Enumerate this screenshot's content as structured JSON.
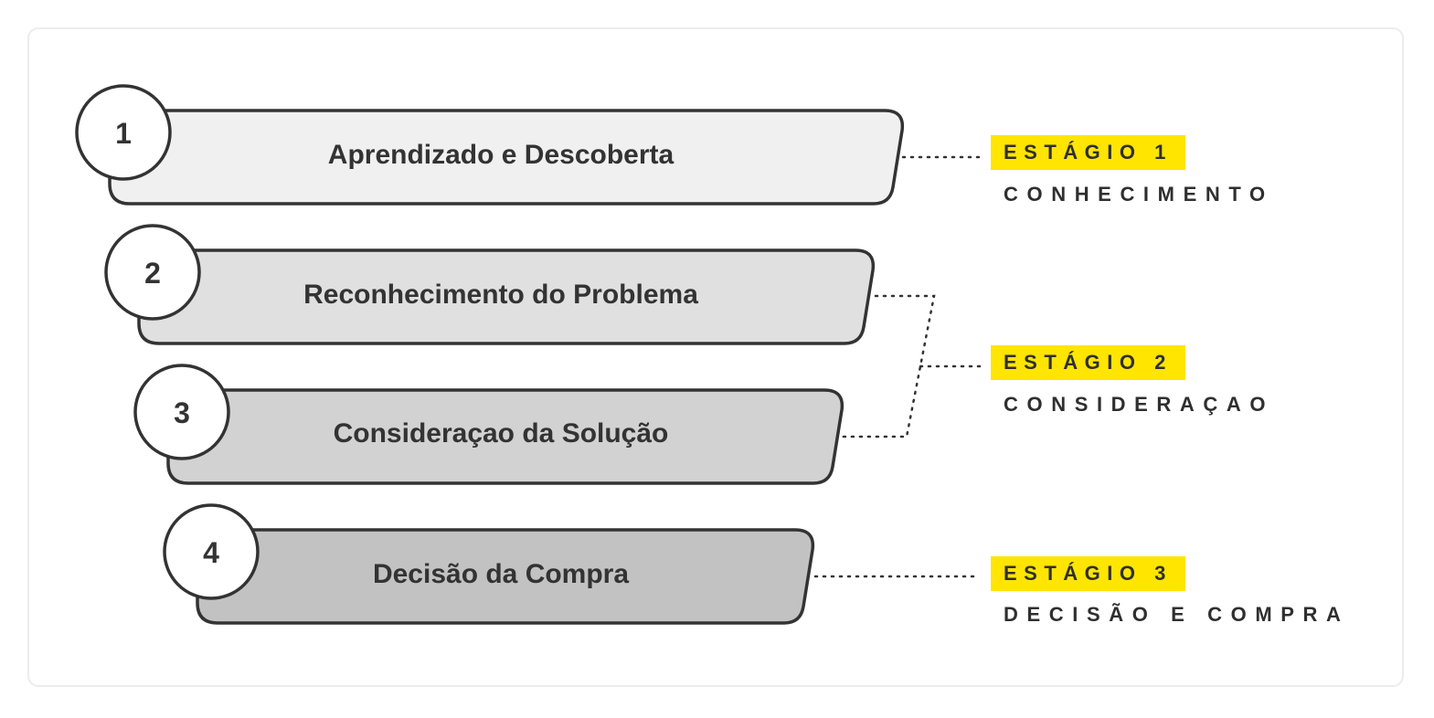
{
  "steps": [
    {
      "number": "1",
      "label": "Aprendizado e Descoberta",
      "fill": "#f0f0f0"
    },
    {
      "number": "2",
      "label": "Reconhecimento do Problema",
      "fill": "#e0e0e0"
    },
    {
      "number": "3",
      "label": "Consideraçao da Solução",
      "fill": "#d2d2d2"
    },
    {
      "number": "4",
      "label": "Decisão da Compra",
      "fill": "#c2c2c2"
    }
  ],
  "stages": [
    {
      "tag": "ESTÁGIO 1",
      "name": "CONHECIMENTO"
    },
    {
      "tag": "ESTÁGIO 2",
      "name": "CONSIDERAÇAO"
    },
    {
      "tag": "ESTÁGIO 3",
      "name": "DECISÃO E COMPRA"
    }
  ],
  "colors": {
    "accent": "#ffe500",
    "stroke": "#333333",
    "text": "#333333"
  }
}
